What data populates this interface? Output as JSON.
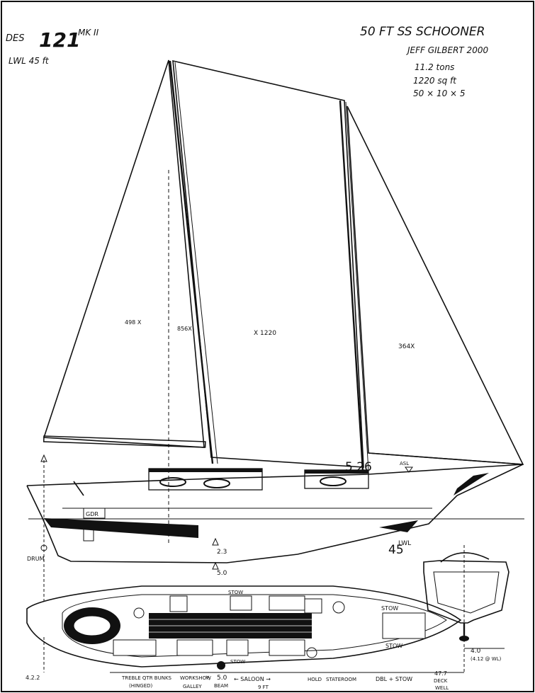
{
  "header": {
    "des_prefix": "DES",
    "design_number": "121",
    "mark": "MK II",
    "lwl_label": "LWL  45 ft"
  },
  "title_block": {
    "title": "50 FT SS SCHOONER",
    "designer": "JEFF GILBERT 2000",
    "displacement": "11.2 tons",
    "sail_area": "1220 sq ft",
    "dimensions": "50 × 10 × 5"
  },
  "sail_plan": {
    "fore_area": "498 X",
    "fore_mast_mark": "856X",
    "main_area": "X 1220",
    "mizzen_area": "364X",
    "mast_height": "5 26",
    "asl_label": "ASL",
    "lwl_mark": "LWL",
    "lwl_value": "45"
  },
  "profile": {
    "drum_label": "DRUM",
    "gdr_label": "GDR",
    "draft_a": "2.3",
    "draft_b": "5.0"
  },
  "plan_view": {
    "stow_top": "STOW",
    "stow_bottom": "STOW",
    "stow_a": "STOW",
    "stow_b": "STOW",
    "stow_c": "STOW",
    "bottom_left_mark": "4.2.2"
  },
  "section": {
    "beam": "4.0",
    "beam_sub": "(4.12 @ WL)",
    "height": "47.7"
  },
  "legend": {
    "bunks": "TREBLE QTR BUNKS",
    "bunks_sub": "(HINGED)",
    "workshop": "WORKSHOP/",
    "workshop_half": "½",
    "galley": "GALLEY",
    "beam": "5.0",
    "beam_sub": "BEAM",
    "saloon": "← SALOON →",
    "saloon_sub": "9 FT",
    "hold": "HOLD",
    "stateroom": "STATEROOM",
    "dbl_stow": "DBL + STOW",
    "deck_well": "DECK",
    "deck_well_sub": "WELL"
  }
}
